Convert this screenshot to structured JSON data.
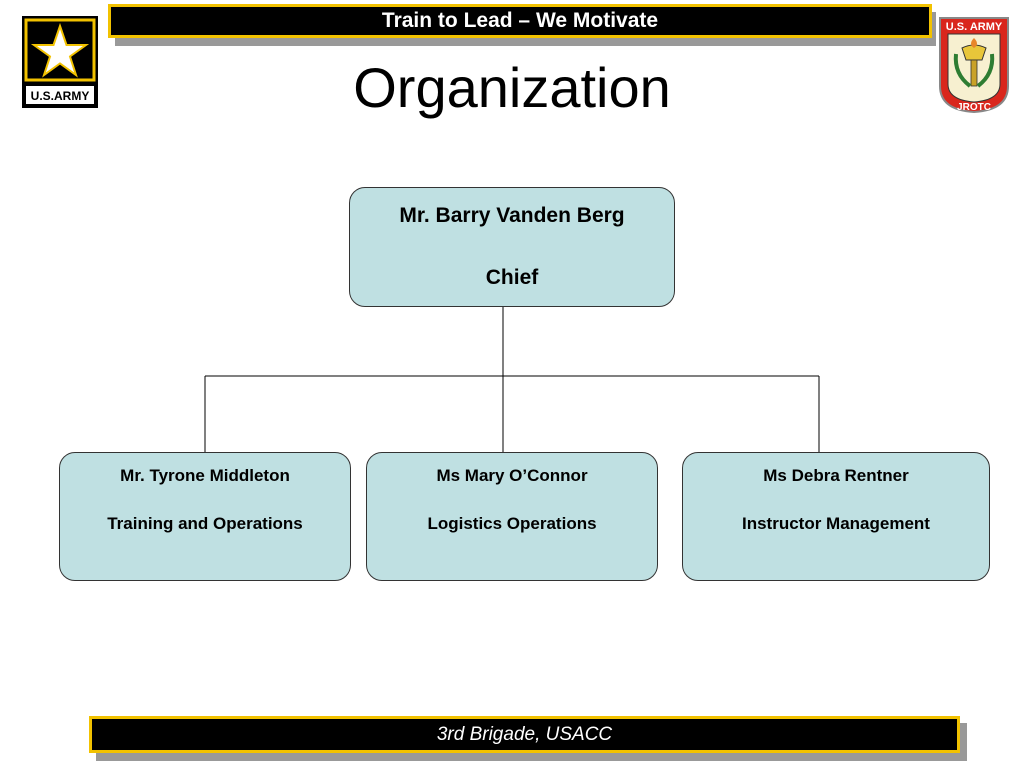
{
  "header": {
    "banner_text": "Train to Lead – We Motivate",
    "title": "Organization"
  },
  "footer": {
    "banner_text": "3rd Brigade, USACC"
  },
  "logos": {
    "left": {
      "icon": "us-army-star-logo",
      "text": "U.S.ARMY"
    },
    "right": {
      "icon": "jrotc-torch-shield-logo",
      "text_top": "U.S. ARMY",
      "text_bottom": "JROTC"
    }
  },
  "org_chart": {
    "chief": {
      "name": "Mr. Barry Vanden Berg",
      "role": "Chief"
    },
    "reports": [
      {
        "name": "Mr. Tyrone Middleton",
        "role": "Training and Operations"
      },
      {
        "name": "Ms Mary O’Connor",
        "role": "Logistics Operations"
      },
      {
        "name": "Ms Debra Rentner",
        "role": "Instructor Management"
      }
    ]
  },
  "colors": {
    "banner_bg": "#000000",
    "banner_border": "#f2c200",
    "node_fill": "#bfe0e2",
    "jrotc_red": "#d9261c"
  }
}
